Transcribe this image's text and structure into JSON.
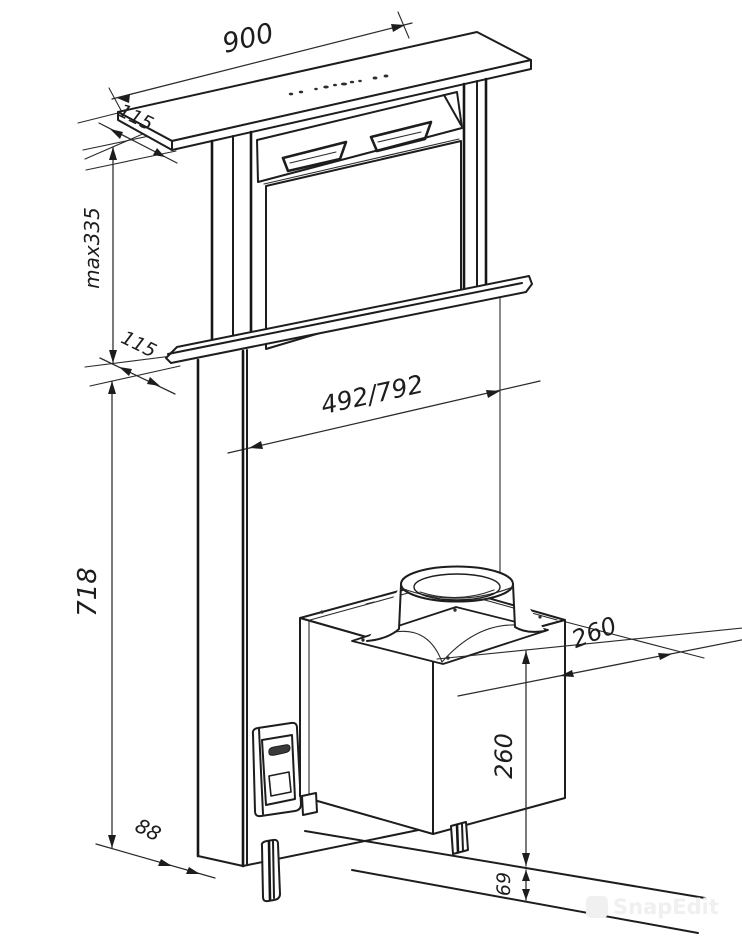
{
  "drawing": {
    "type": "technical-installation-diagram",
    "subject": "telescopic downdraft extractor hood with motor box",
    "dims": {
      "top_width": "900",
      "top_depth": "115",
      "max_extension": "max335",
      "plate_depth": "115",
      "body_width": "492/792",
      "chimney_height": "718",
      "motor_depth": "260",
      "motor_height": "260",
      "plinth_gap": "69",
      "chimney_depth": "88"
    }
  },
  "watermark": {
    "logo_letter": "S",
    "text": "SnapEdit"
  },
  "colors": {
    "background": "#ffffff",
    "line": "#1d1d1d",
    "dimension_line": "#2b2b2b",
    "watermark": "#f0f0f0"
  }
}
